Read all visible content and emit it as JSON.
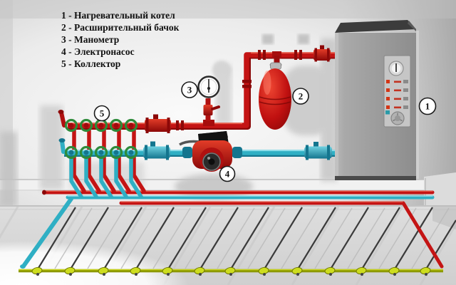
{
  "legend": {
    "items": [
      {
        "text": "1 - Нагревательный котел"
      },
      {
        "text": "2 - Расширительный бачок"
      },
      {
        "text": "3 - Манометр"
      },
      {
        "text": "4 - Электронасос"
      },
      {
        "text": "5 - Коллектор"
      }
    ]
  },
  "callouts": {
    "boiler": {
      "number": "1"
    },
    "expansion_tank": {
      "number": "2"
    },
    "manometer": {
      "number": "3"
    },
    "pump": {
      "number": "4"
    },
    "collector": {
      "number": "5"
    }
  },
  "colors": {
    "pipe_red": "#c41414",
    "pipe_cyan": "#2fafc4",
    "pipe_yellow": "#8d9902",
    "fitting_yellow": "#cddd1e",
    "valve_green": "#2e8b3a",
    "loop_dark": "#3b3b3b",
    "loop_light": "#b9b9b9",
    "label_ink": "#111111"
  }
}
